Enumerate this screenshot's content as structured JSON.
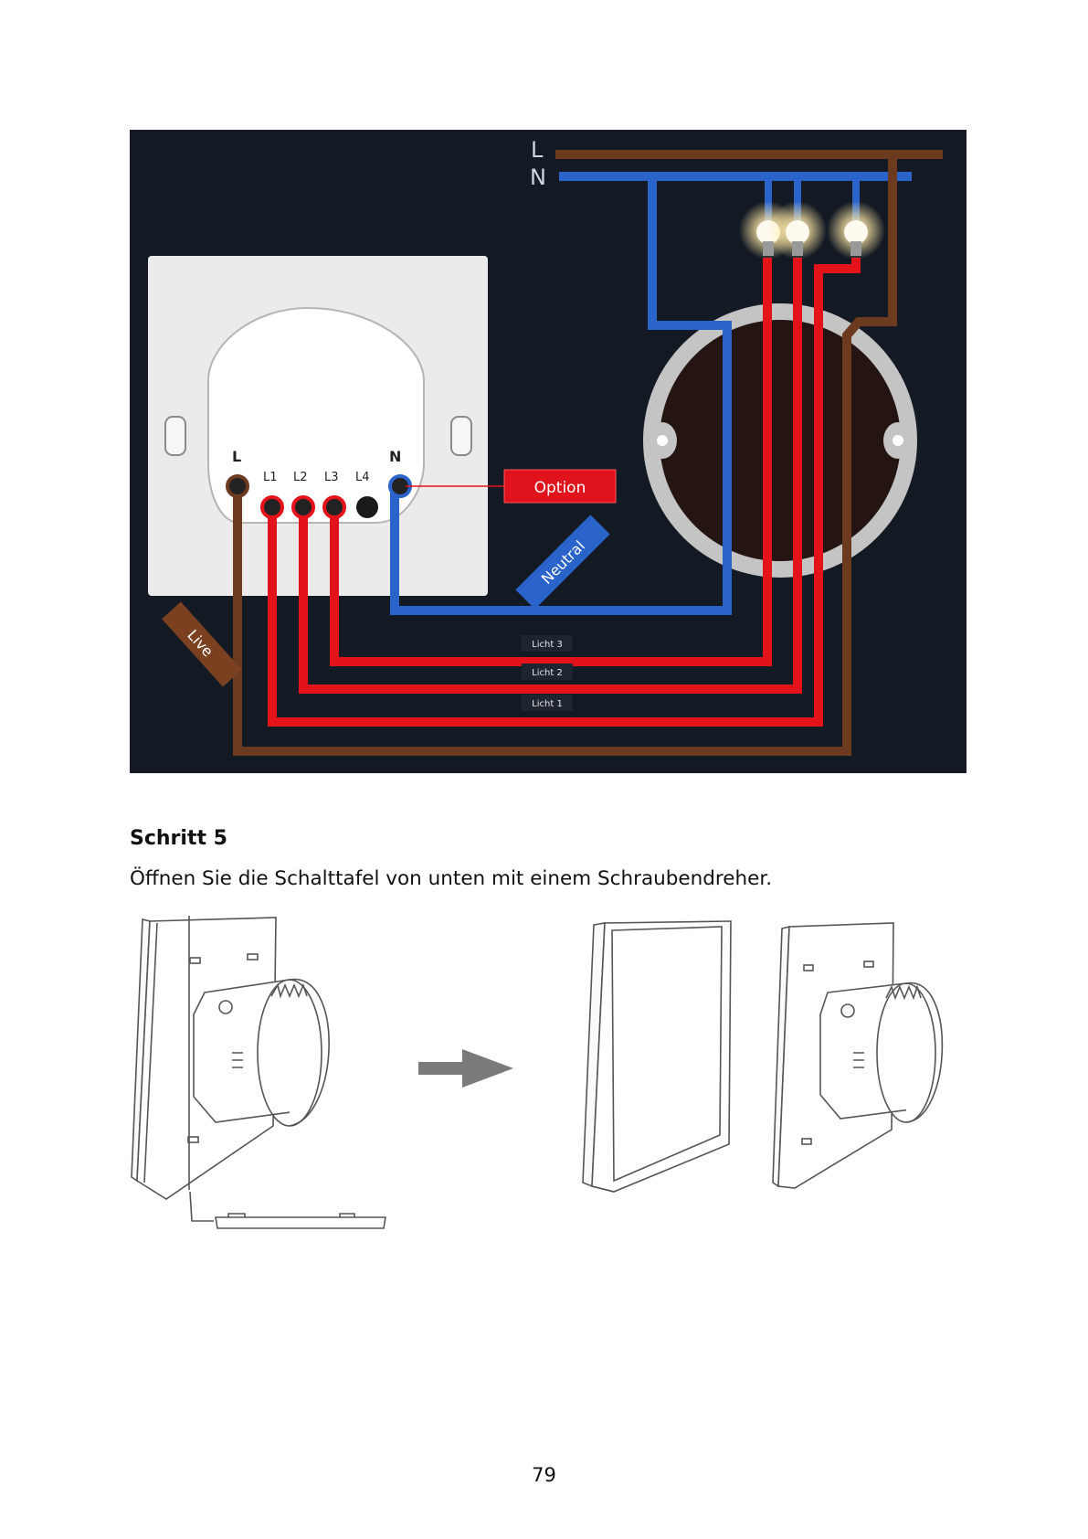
{
  "wiring_diagram": {
    "line_label": "L",
    "neutral_label": "N",
    "module_label_l": "L",
    "module_label_n": "N",
    "terminals": [
      "L1",
      "L2",
      "L3",
      "L4"
    ],
    "option_label": "Option",
    "neutral_tag": "Neutral",
    "live_tag": "Live",
    "light_labels": [
      "Licht 3",
      "Licht 2",
      "Licht 1"
    ],
    "colors": {
      "background": "#141a24",
      "live": "#6b3a1f",
      "neutral": "#2a63c9",
      "light": "#e3121b",
      "option_box": "#e0121b"
    }
  },
  "step": {
    "heading": "Schritt 5",
    "text": "Öffnen Sie die Schalttafel von unten mit einem Schraubendreher."
  },
  "page_number": "79"
}
